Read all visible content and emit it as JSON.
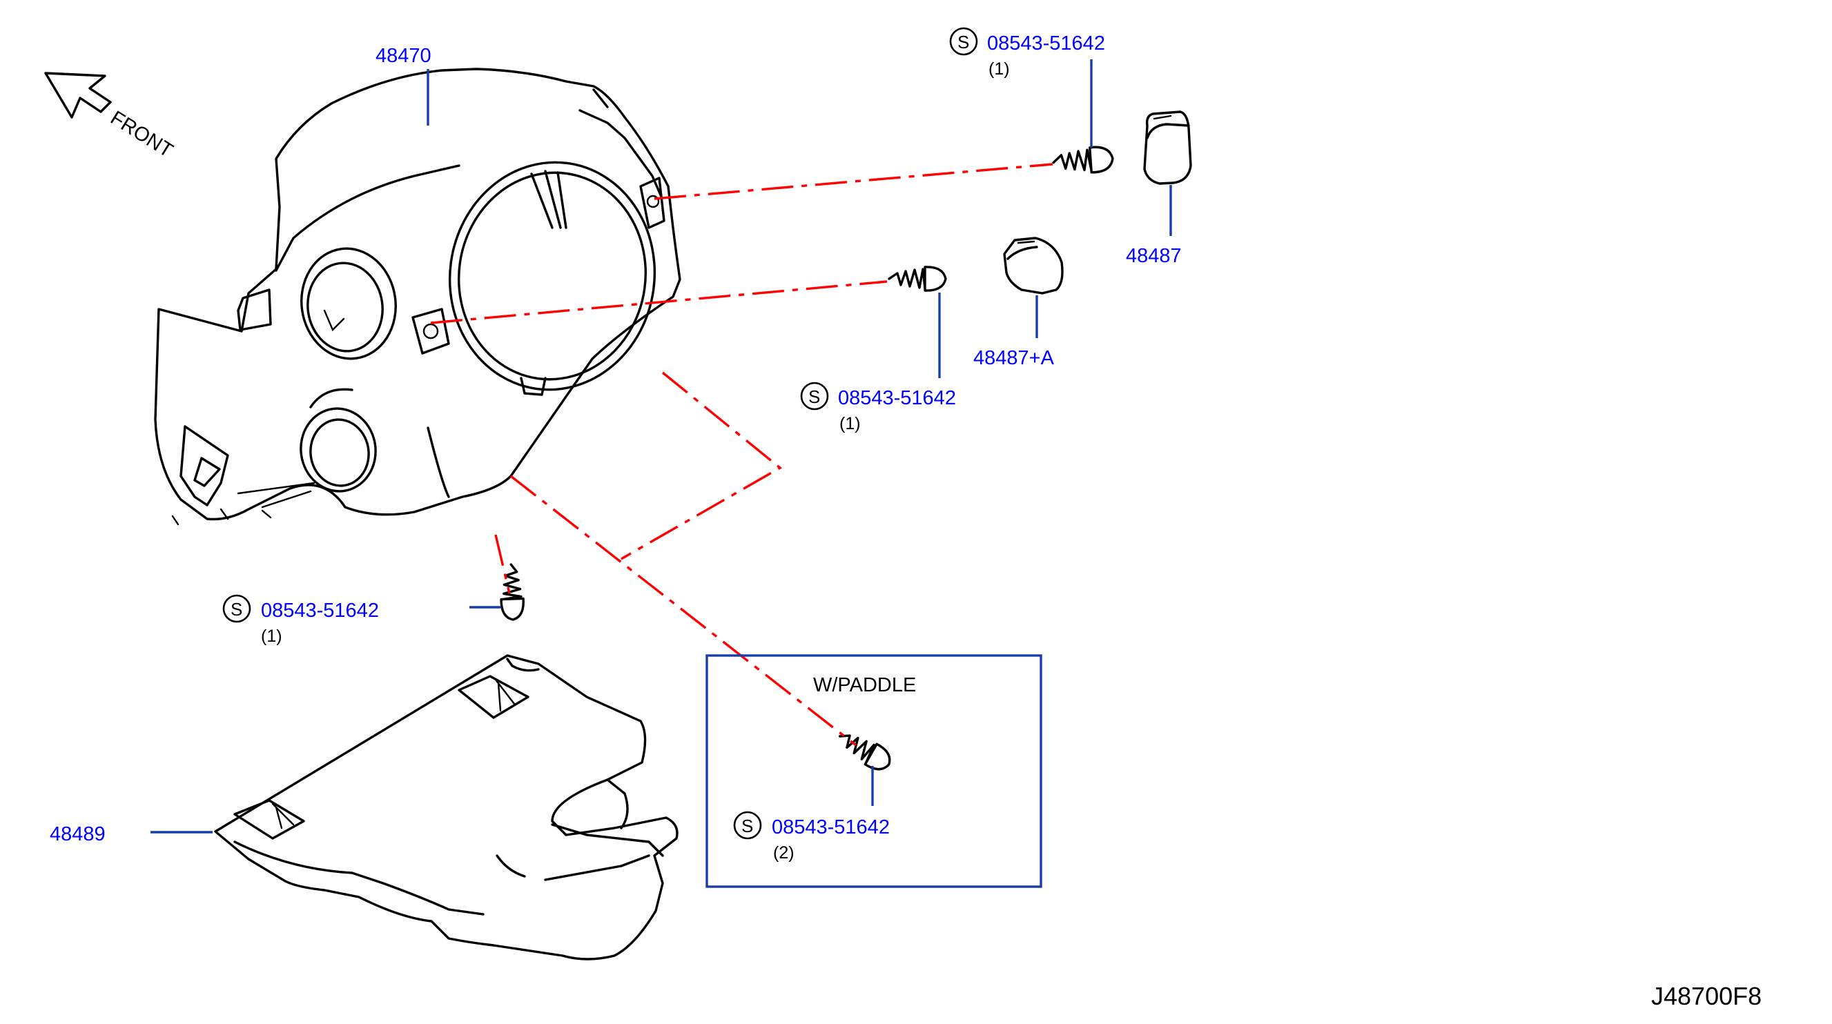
{
  "front_label": "FRONT",
  "parts": {
    "upper_cover": "48470",
    "lower_cover": "48489",
    "cap_a": "48487",
    "cap_b": "48487+A"
  },
  "screws": [
    {
      "symbol": "S",
      "part_no": "08543-51642",
      "qty": "(1)"
    },
    {
      "symbol": "S",
      "part_no": "08543-51642",
      "qty": "(1)"
    },
    {
      "symbol": "S",
      "part_no": "08543-51642",
      "qty": "(1)"
    },
    {
      "symbol": "S",
      "part_no": "08543-51642",
      "qty": "(2)"
    }
  ],
  "option_box_label": "W/PADDLE",
  "figure_ref": "J48700F8",
  "colors": {
    "callout": "#0000ff",
    "leader": "#1a3ea8",
    "centerline": "#ff0000",
    "outline": "#000000"
  }
}
